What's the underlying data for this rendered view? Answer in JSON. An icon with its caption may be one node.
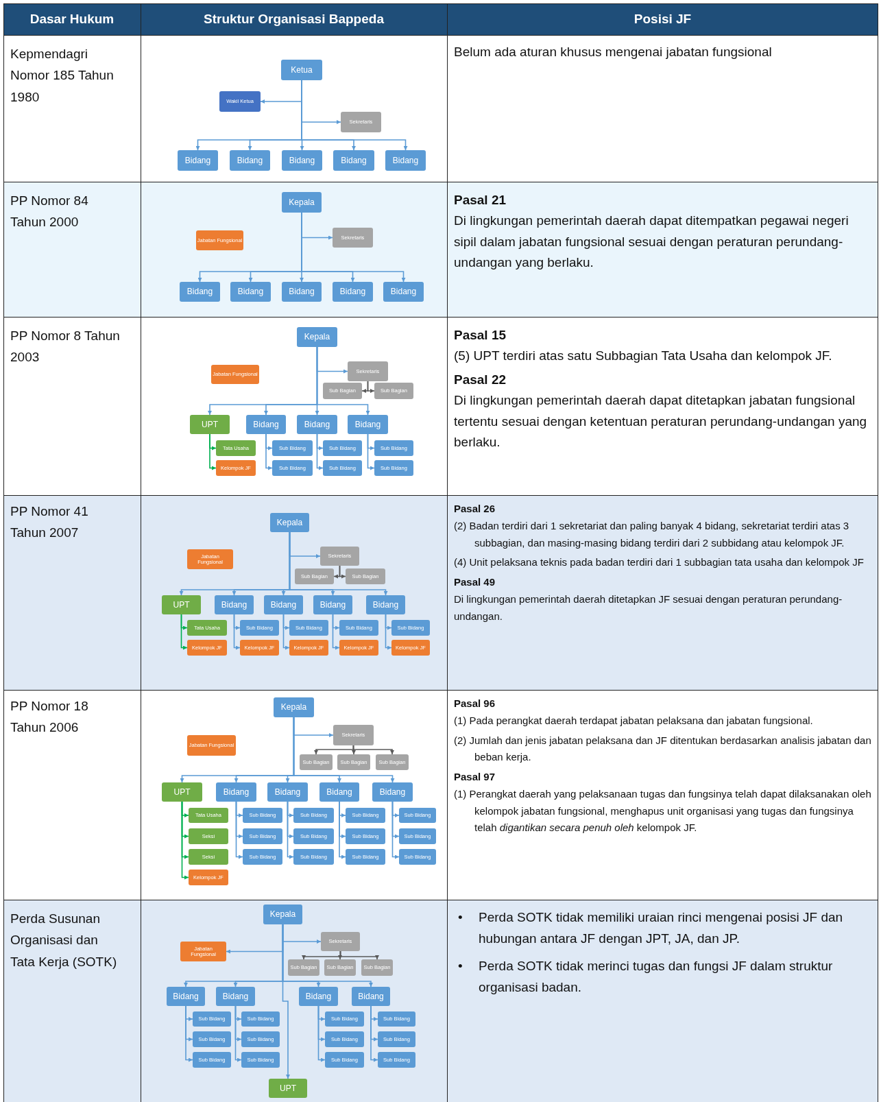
{
  "diagram": {
    "nodes": [
      {
        "text": [
          "Ketua"
        ]
      },
      {
        "text": [
          "Wakil Ketua"
        ]
      },
      {
        "text": [
          "Sekretaris"
        ]
      },
      {
        "text": [
          "Bidang"
        ]
      },
      {
        "text": [
          "Bidang"
        ]
      },
      {
        "text": [
          "Bidang"
        ]
      },
      {
        "text": [
          "Bidang"
        ]
      },
      {
        "text": [
          "Bidang"
        ]
      },
      {
        "text": [
          "Kepala"
        ]
      },
      {
        "text": [
          "Jabatan Fungsional"
        ]
      },
      {
        "text": [
          "Sekretaris"
        ]
      },
      {
        "text": [
          "Bidang"
        ]
      },
      {
        "text": [
          "Bidang"
        ]
      },
      {
        "text": [
          "Bidang"
        ]
      },
      {
        "text": [
          "Bidang"
        ]
      },
      {
        "text": [
          "Bidang"
        ]
      },
      {
        "text": [
          "Kepala"
        ]
      },
      {
        "text": [
          "Jabatan Fungsional"
        ]
      },
      {
        "text": [
          "Sekretaris"
        ]
      },
      {
        "text": [
          "Sub Bagian"
        ]
      },
      {
        "text": [
          "Sub Bagian"
        ]
      },
      {
        "text": [
          "UPT"
        ]
      },
      {
        "text": [
          "Bidang"
        ]
      },
      {
        "text": [
          "Bidang"
        ]
      },
      {
        "text": [
          "Bidang"
        ]
      },
      {
        "text": [
          "Tata Usaha"
        ]
      },
      {
        "text": [
          "Sub Bidang"
        ]
      },
      {
        "text": [
          "Sub Bidang"
        ]
      },
      {
        "text": [
          "Sub Bidang"
        ]
      },
      {
        "text": [
          "Kelompok JF"
        ]
      },
      {
        "text": [
          "Sub Bidang"
        ]
      },
      {
        "text": [
          "Sub Bidang"
        ]
      },
      {
        "text": [
          "Sub Bidang"
        ]
      },
      {
        "text": [
          "Kepala"
        ]
      },
      {
        "text": [
          "Jabatan Fungsional"
        ]
      },
      {
        "text": [
          "Sekretaris"
        ]
      },
      {
        "text": [
          "Sub Bagian"
        ]
      },
      {
        "text": [
          "Sub Bagian"
        ]
      },
      {
        "text": [
          "UPT"
        ]
      },
      {
        "text": [
          "Bidang"
        ]
      },
      {
        "text": [
          "Bidang"
        ]
      },
      {
        "text": [
          "Bidang"
        ]
      },
      {
        "text": [
          "Bidang"
        ]
      },
      {
        "text": [
          "Tata Usaha"
        ]
      },
      {
        "text": [
          "Sub Bidang"
        ]
      },
      {
        "text": [
          "Sub Bidang"
        ]
      },
      {
        "text": [
          "Sub Bidang"
        ]
      },
      {
        "text": [
          "Sub Bidang"
        ]
      },
      {
        "text": [
          "Kelompok JF"
        ]
      },
      {
        "text": [
          "Kelompok JF"
        ]
      },
      {
        "text": [
          "Kelompok JF"
        ]
      },
      {
        "text": [
          "Kelompok JF"
        ]
      },
      {
        "text": [
          "Kelompok JF"
        ]
      },
      {
        "text": [
          "Kepala"
        ]
      },
      {
        "text": [
          "Jabatan Fungsional"
        ]
      },
      {
        "text": [
          "Sekretaris"
        ]
      },
      {
        "text": [
          "Sub Bagian"
        ]
      },
      {
        "text": [
          "Sub Bagian"
        ]
      },
      {
        "text": [
          "Sub Bagian"
        ]
      },
      {
        "text": [
          "UPT"
        ]
      },
      {
        "text": [
          "Bidang"
        ]
      },
      {
        "text": [
          "Bidang"
        ]
      },
      {
        "text": [
          "Bidang"
        ]
      },
      {
        "text": [
          "Bidang"
        ]
      },
      {
        "text": [
          "Tata Usaha"
        ]
      },
      {
        "text": [
          "Sub Bidang"
        ]
      },
      {
        "text": [
          "Sub Bidang"
        ]
      },
      {
        "text": [
          "Sub Bidang"
        ]
      },
      {
        "text": [
          "Sub Bidang"
        ]
      },
      {
        "text": [
          "Seksi"
        ]
      },
      {
        "text": [
          "Sub Bidang"
        ]
      },
      {
        "text": [
          "Sub Bidang"
        ]
      },
      {
        "text": [
          "Sub Bidang"
        ]
      },
      {
        "text": [
          "Sub Bidang"
        ]
      },
      {
        "text": [
          "Seksi"
        ]
      },
      {
        "text": [
          "Sub Bidang"
        ]
      },
      {
        "text": [
          "Sub Bidang"
        ]
      },
      {
        "text": [
          "Sub Bidang"
        ]
      },
      {
        "text": [
          "Sub Bidang"
        ]
      },
      {
        "text": [
          "Kelompok JF"
        ]
      },
      {
        "text": [
          "Kepala"
        ]
      },
      {
        "text": [
          "Sekretaris"
        ]
      },
      {
        "text": [
          "Jabatan Fungsional"
        ]
      },
      {
        "text": [
          "Sub Bagian"
        ]
      },
      {
        "text": [
          "Sub Bagian"
        ]
      },
      {
        "text": [
          "Sub Bagian"
        ]
      },
      {
        "text": [
          "Bidang"
        ]
      },
      {
        "text": [
          "Bidang"
        ]
      },
      {
        "text": [
          "Bidang"
        ]
      },
      {
        "text": [
          "Bidang"
        ]
      },
      {
        "text": [
          "Sub Bidang"
        ]
      },
      {
        "text": [
          "Sub Bidang"
        ]
      },
      {
        "text": [
          "Sub Bidang"
        ]
      },
      {
        "text": [
          "Sub Bidang"
        ]
      },
      {
        "text": [
          "Sub Bidang"
        ]
      },
      {
        "text": [
          "Sub Bidang"
        ]
      },
      {
        "text": [
          "Sub Bidang"
        ]
      },
      {
        "text": [
          "Sub Bidang"
        ]
      },
      {
        "text": [
          "Sub Bidang"
        ]
      },
      {
        "text": [
          "Sub Bidang"
        ]
      },
      {
        "text": [
          "Sub Bidang"
        ]
      },
      {
        "text": [
          "Sub Bidang"
        ]
      },
      {
        "text": [
          "UPT"
        ]
      }
    ],
    "edges": [
      {
        "from": 0,
        "to": 1,
        "arrow": "to"
      },
      {
        "from": 0,
        "to": 2,
        "arrow": "to"
      },
      {
        "from": 0,
        "to": 3,
        "arrow": "to"
      },
      {
        "from": 0,
        "to": 4,
        "arrow": "to"
      },
      {
        "from": 0,
        "to": 5,
        "arrow": "to"
      },
      {
        "from": 0,
        "to": 6,
        "arrow": "to"
      },
      {
        "from": 0,
        "to": 7,
        "arrow": "to"
      },
      {
        "from": 8,
        "to": 10,
        "arrow": "to"
      },
      {
        "from": 8,
        "to": 11,
        "arrow": "to"
      },
      {
        "from": 8,
        "to": 12,
        "arrow": "to"
      },
      {
        "from": 8,
        "to": 13,
        "arrow": "to"
      },
      {
        "from": 8,
        "to": 14,
        "arrow": "to"
      },
      {
        "from": 8,
        "to": 15,
        "arrow": "to"
      },
      {
        "from": 16,
        "to": 18,
        "arrow": "to"
      },
      {
        "from": 18,
        "to": 19,
        "arrow": "to",
        "color": "#595959"
      },
      {
        "from": 18,
        "to": 20,
        "arrow": "to",
        "color": "#595959"
      },
      {
        "from": 16,
        "to": 21,
        "arrow": "to"
      },
      {
        "from": 16,
        "to": 22,
        "arrow": "to"
      },
      {
        "from": 16,
        "to": 23,
        "arrow": "to"
      },
      {
        "from": 16,
        "to": 24,
        "arrow": "to"
      },
      {
        "from": 21,
        "to": 25,
        "arrow": "to",
        "color": "#00b050"
      },
      {
        "from": 21,
        "to": 29,
        "arrow": "to",
        "color": "#00b050"
      },
      {
        "from": 22,
        "to": 26,
        "arrow": "to"
      },
      {
        "from": 22,
        "to": 30,
        "arrow": "to"
      },
      {
        "from": 23,
        "to": 27,
        "arrow": "to"
      },
      {
        "from": 23,
        "to": 31,
        "arrow": "to"
      },
      {
        "from": 24,
        "to": 28,
        "arrow": "to"
      },
      {
        "from": 24,
        "to": 32,
        "arrow": "to"
      },
      {
        "from": 33,
        "to": 35,
        "arrow": "to"
      },
      {
        "from": 35,
        "to": 36,
        "arrow": "to",
        "color": "#595959"
      },
      {
        "from": 35,
        "to": 37,
        "arrow": "to",
        "color": "#595959"
      },
      {
        "from": 33,
        "to": 38,
        "arrow": "to"
      },
      {
        "from": 33,
        "to": 39,
        "arrow": "to"
      },
      {
        "from": 33,
        "to": 40,
        "arrow": "to"
      },
      {
        "from": 33,
        "to": 41,
        "arrow": "to"
      },
      {
        "from": 33,
        "to": 42,
        "arrow": "to"
      },
      {
        "from": 38,
        "to": 43,
        "arrow": "to",
        "color": "#00b050"
      },
      {
        "from": 38,
        "to": 48,
        "arrow": "to",
        "color": "#00b050"
      },
      {
        "from": 39,
        "to": 44,
        "arrow": "to"
      },
      {
        "from": 39,
        "to": 49,
        "arrow": "to"
      },
      {
        "from": 40,
        "to": 45,
        "arrow": "to"
      },
      {
        "from": 40,
        "to": 50,
        "arrow": "to"
      },
      {
        "from": 41,
        "to": 46,
        "arrow": "to"
      },
      {
        "from": 41,
        "to": 51,
        "arrow": "to"
      },
      {
        "from": 42,
        "to": 47,
        "arrow": "to"
      },
      {
        "from": 42,
        "to": 52,
        "arrow": "to"
      },
      {
        "from": 53,
        "to": 55,
        "arrow": "to"
      },
      {
        "from": 55,
        "to": 56,
        "arrow": "to",
        "color": "#595959"
      },
      {
        "from": 55,
        "to": 57,
        "arrow": "to",
        "color": "#595959"
      },
      {
        "from": 55,
        "to": 58,
        "arrow": "to",
        "color": "#595959"
      },
      {
        "from": 53,
        "to": 59,
        "arrow": "to"
      },
      {
        "from": 53,
        "to": 60,
        "arrow": "to"
      },
      {
        "from": 53,
        "to": 61,
        "arrow": "to"
      },
      {
        "from": 53,
        "to": 62,
        "arrow": "to"
      },
      {
        "from": 53,
        "to": 63,
        "arrow": "to"
      },
      {
        "from": 59,
        "to": 64,
        "arrow": "to",
        "color": "#00b050"
      },
      {
        "from": 59,
        "to": 69,
        "arrow": "to",
        "color": "#00b050"
      },
      {
        "from": 59,
        "to": 74,
        "arrow": "to",
        "color": "#00b050"
      },
      {
        "from": 59,
        "to": 79,
        "arrow": "to",
        "color": "#00b050"
      },
      {
        "from": 60,
        "to": 65,
        "arrow": "to"
      },
      {
        "from": 60,
        "to": 70,
        "arrow": "to"
      },
      {
        "from": 60,
        "to": 75,
        "arrow": "to"
      },
      {
        "from": 61,
        "to": 66,
        "arrow": "to"
      },
      {
        "from": 61,
        "to": 71,
        "arrow": "to"
      },
      {
        "from": 61,
        "to": 76,
        "arrow": "to"
      },
      {
        "from": 62,
        "to": 67,
        "arrow": "to"
      },
      {
        "from": 62,
        "to": 72,
        "arrow": "to"
      },
      {
        "from": 62,
        "to": 77,
        "arrow": "to"
      },
      {
        "from": 63,
        "to": 68,
        "arrow": "to"
      },
      {
        "from": 63,
        "to": 73,
        "arrow": "to"
      },
      {
        "from": 63,
        "to": 78,
        "arrow": "to"
      },
      {
        "from": 80,
        "to": 81,
        "arrow": "to"
      },
      {
        "from": 80,
        "to": 82,
        "arrow": "to"
      },
      {
        "from": 81,
        "to": 83,
        "arrow": "to",
        "color": "#595959"
      },
      {
        "from": 81,
        "to": 84,
        "arrow": "to",
        "color": "#595959"
      },
      {
        "from": 81,
        "to": 85,
        "arrow": "to",
        "color": "#595959"
      },
      {
        "from": 80,
        "to": 86,
        "arrow": "to"
      },
      {
        "from": 80,
        "to": 87,
        "arrow": "to"
      },
      {
        "from": 80,
        "to": 88,
        "arrow": "to"
      },
      {
        "from": 80,
        "to": 89,
        "arrow": "to"
      },
      {
        "from": 86,
        "to": 90,
        "arrow": "to"
      },
      {
        "from": 86,
        "to": 94,
        "arrow": "to"
      },
      {
        "from": 86,
        "to": 98,
        "arrow": "to"
      },
      {
        "from": 87,
        "to": 91,
        "arrow": "to"
      },
      {
        "from": 87,
        "to": 95,
        "arrow": "to"
      },
      {
        "from": 87,
        "to": 99,
        "arrow": "to"
      },
      {
        "from": 88,
        "to": 92,
        "arrow": "to"
      },
      {
        "from": 88,
        "to": 96,
        "arrow": "to"
      },
      {
        "from": 88,
        "to": 100,
        "arrow": "to"
      },
      {
        "from": 89,
        "to": 93,
        "arrow": "to"
      },
      {
        "from": 89,
        "to": 97,
        "arrow": "to"
      },
      {
        "from": 89,
        "to": 101,
        "arrow": "to"
      },
      {
        "from": 80,
        "to": 102,
        "arrow": "to"
      }
    ],
    "labels": [
      "Dasar Hukum",
      "Struktur Organisasi Bappeda",
      "Posisi JF",
      "Kepmendagri Nomor 185 Tahun 1980",
      "Belum ada aturan khusus mengenai jabatan fungsional",
      "PP Nomor 84 Tahun 2000",
      "Pasal 21",
      "Di lingkungan pemerintah daerah dapat ditempatkan pegawai negeri sipil dalam jabatan fungsional sesuai dengan peraturan perundang-undangan yang berlaku.",
      "PP Nomor 8 Tahun 2003",
      "Pasal 15",
      "(5) UPT terdiri atas satu Subbagian Tata Usaha dan kelompok JF.",
      "Pasal 22",
      "Di lingkungan pemerintah daerah dapat ditetapkan jabatan fungsional tertentu sesuai dengan ketentuan peraturan perundang-undangan yang berlaku.",
      "PP Nomor 41 Tahun 2007",
      "Pasal 26",
      "(2) Badan terdiri dari 1 sekretariat dan paling banyak 4 bidang, sekretariat terdiri atas 3 subbagian, dan masing-masing bidang terdiri dari 2 subbidang atau kelompok JF.",
      "(4) Unit pelaksana teknis pada badan terdiri dari 1 subbagian tata usaha dan kelompok JF",
      "Pasal 49",
      "Di lingkungan pemerintah daerah ditetapkan JF sesuai dengan peraturan perundang-undangan.",
      "PP Nomor 18 Tahun 2006",
      "Pasal 96",
      "(1) Pada perangkat daerah terdapat jabatan pelaksana dan jabatan fungsional.",
      "(2) Jumlah dan jenis jabatan pelaksana dan JF ditentukan berdasarkan analisis jabatan dan beban kerja.",
      "Pasal 97",
      "(1) Perangkat daerah yang pelaksanaan tugas dan fungsinya telah dapat dilaksanakan oleh kelompok jabatan fungsional, menghapus unit organisasi yang tugas dan fungsinya telah *digantikan secara penuh oleh* kelompok JF.",
      "Perda Susunan Organisasi dan Tata Kerja (SOTK)",
      "•",
      "Perda SOTK tidak memiliki uraian rinci mengenai posisi JF dan hubungan antara JF dengan JPT, JA, dan JP.",
      "•",
      "Perda SOTK tidak merinci tugas dan fungsi JF dalam struktur organisasi badan."
    ]
  }
}
